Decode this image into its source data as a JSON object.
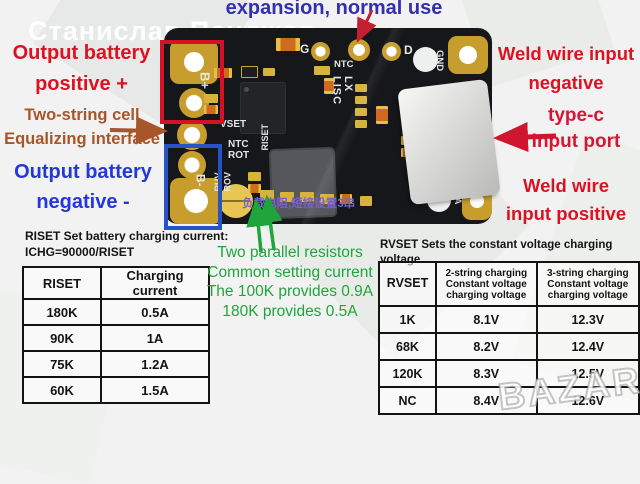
{
  "watermark": {
    "top_text": "Станислав Пенджов",
    "bottom_logo": "BAZAR"
  },
  "annotations": {
    "top_note": "expansion, normal use",
    "output_positive": "Output battery\npositive +",
    "equalizing": "Two-string cell\nEqualizing interface",
    "output_negative": "Output battery\nnegative -",
    "weld_negative": "Weld wire input\nnegative",
    "type_c": "type-c\nInput port",
    "weld_positive": "Weld wire\ninput positive",
    "green_note": "Two parallel resistors\nCommon setting current\nThe 100K provides 0.9A\n180K provides 0.5A"
  },
  "riset": {
    "title": "RISET Set battery charging current:\nICHG=90000/RISET",
    "headers": [
      "RISET",
      "Charging current"
    ],
    "rows": [
      [
        "180K",
        "0.5A"
      ],
      [
        "90K",
        "1A"
      ],
      [
        "75K",
        "1.2A"
      ],
      [
        "60K",
        "1.5A"
      ]
    ]
  },
  "rvset": {
    "title": "RVSET Sets the constant voltage charging voltage",
    "headers": [
      "RVSET",
      "2-string charging\nConstant voltage\ncharging voltage",
      "3-string charging\nConstant voltage\ncharging voltage"
    ],
    "rows": [
      [
        "1K",
        "8.1V",
        "12.3V"
      ],
      [
        "68K",
        "8.2V",
        "12.4V"
      ],
      [
        "120K",
        "8.3V",
        "12.5V"
      ],
      [
        "NC",
        "8.4V",
        "12.6V"
      ]
    ]
  },
  "silkscreen": {
    "b_plus": "B+",
    "vset": "VSET",
    "ntc": "NTC",
    "rot": "ROT",
    "riset": "RISET",
    "b_minus": "B-",
    "ruv_rov": "RUV\nROV",
    "lx_lisc": "LX\nLISC",
    "ntc_top": "NTC",
    "g": "G",
    "d": "D",
    "gnd": "GND",
    "va": "VA",
    "cn_note": "负载电阻,短接设置3串"
  },
  "colors": {
    "red_label": "#dd1122",
    "blue_label": "#2438d8",
    "purple_label": "#332fae",
    "brown_label": "#a8552a",
    "green_label": "#1fa53c",
    "board": "#16171a",
    "pad_gold": "#c79d2e"
  }
}
